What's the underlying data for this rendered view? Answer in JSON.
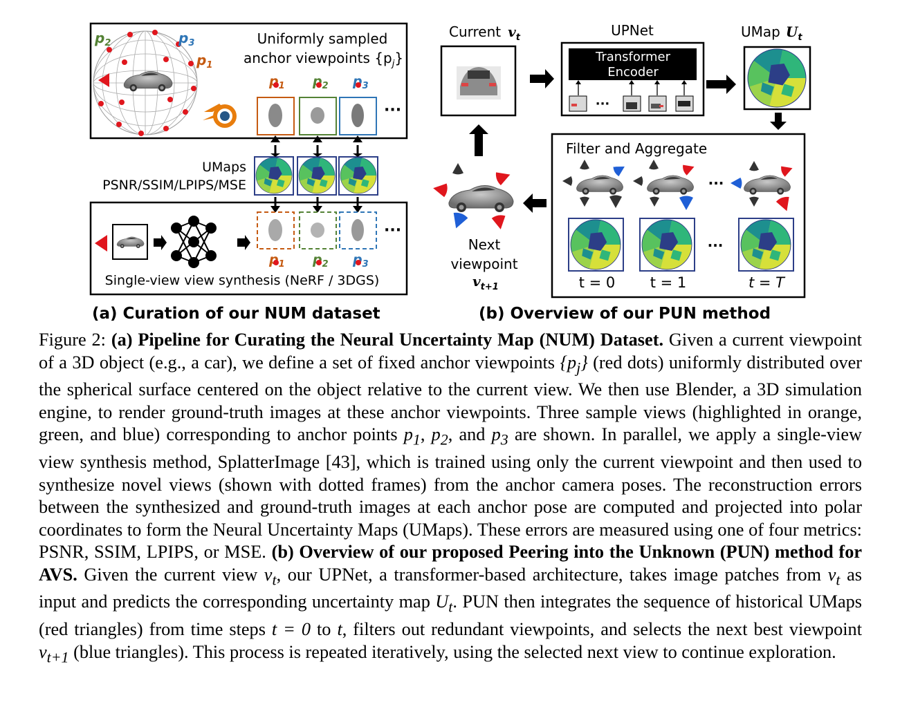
{
  "panel_a": {
    "anchor_title_1": "Uniformly sampled",
    "anchor_title_2": "anchor viewpoints {p",
    "anchor_title_sub": "j",
    "anchor_title_end": "}",
    "sphere_label_p1": "p",
    "sphere_label_p2": "p",
    "sphere_label_p3": "p",
    "anchor_labels": [
      "p",
      "p",
      "p"
    ],
    "anchor_subs": [
      "1",
      "2",
      "3"
    ],
    "ellipsis": "···",
    "umaps_line1": "UMaps",
    "umaps_line2": "PSNR/SSIM/LPIPS/MSE",
    "synthesis_label": "Single-view view synthesis (NeRF / 3DGS)",
    "subtitle": "(a) Curation of our NUM dataset"
  },
  "panel_b": {
    "current_label": "Current",
    "current_var": "v",
    "current_sub": "t",
    "upnet_label": "UPNet",
    "encoder_line1": "Transformer",
    "encoder_line2": "Encoder",
    "umap_label": "UMap",
    "umap_var": "U",
    "umap_sub": "t",
    "filter_label": "Filter and Aggregate",
    "time_labels": [
      "t = 0",
      "t = 1",
      "t = T"
    ],
    "ellipsis": "···",
    "next_line1": "Next",
    "next_line2": "viewpoint",
    "next_var": "v",
    "next_sub": "t+1",
    "subtitle": "(b) Overview of our PUN method"
  },
  "colors": {
    "orange": "#c55a11",
    "green": "#548235",
    "blue": "#2e75b6",
    "red_dot": "#e0161d",
    "cone_blue": "#1f5fd6",
    "umap_yellow": "#d6e03a",
    "umap_green": "#2fb67a",
    "umap_teal": "#1d8f8f",
    "umap_navy": "#2c3e87"
  },
  "caption": {
    "figure_label": "Figure 2:",
    "a_bold": "(a) Pipeline for Curating the Neural Uncertainty Map (NUM) Dataset.",
    "a_text_1": "Given a current viewpoint of a 3D object (e.g., a car), we define a set of fixed anchor viewpoints",
    "a_math_1": "{p",
    "a_math_1_sub": "j",
    "a_math_1_end": "}",
    "a_text_2": "(red dots) uniformly distributed over the spherical surface centered on the object relative to the current view. We then use Blender, a 3D simulation engine, to render ground-truth images at these anchor viewpoints. Three sample views (highlighted in orange, green, and blue) corresponding to anchor points",
    "a_p1": "p",
    "a_p1_sub": "1",
    "a_p2": "p",
    "a_p2_sub": "2",
    "a_and": ", and",
    "a_p3": "p",
    "a_p3_sub": "3",
    "a_text_3": "are shown. In parallel, we apply a single-view view synthesis method, SplatterImage [43], which is trained using only the current viewpoint and then used to synthesize novel views (shown with dotted frames) from the anchor camera poses. The reconstruction errors between the synthesized and ground-truth images at each anchor pose are computed and projected into polar coordinates to form the Neural Uncertainty Maps (UMaps). These errors are measured using one of four metrics: PSNR, SSIM, LPIPS, or MSE.",
    "b_bold": "(b) Overview of our proposed Peering into the Unknown (PUN) method for AVS.",
    "b_text_1": "Given the current view",
    "b_vt": "v",
    "b_vt_sub": "t",
    "b_text_2": ", our UPNet, a transformer-based architecture, takes image patches from",
    "b_text_3": "as input and predicts the corresponding uncertainty map",
    "b_Ut": "U",
    "b_Ut_sub": "t",
    "b_text_4": ". PUN then integrates the sequence of historical UMaps (red triangles) from time steps",
    "b_t0": "t = 0",
    "b_to": "to",
    "b_t": "t",
    "b_text_5": ", filters out redundant viewpoints, and selects the next best viewpoint",
    "b_vt1": "v",
    "b_vt1_sub": "t+1",
    "b_text_6": "(blue triangles). This process is repeated iteratively, using the selected next view to continue exploration."
  }
}
